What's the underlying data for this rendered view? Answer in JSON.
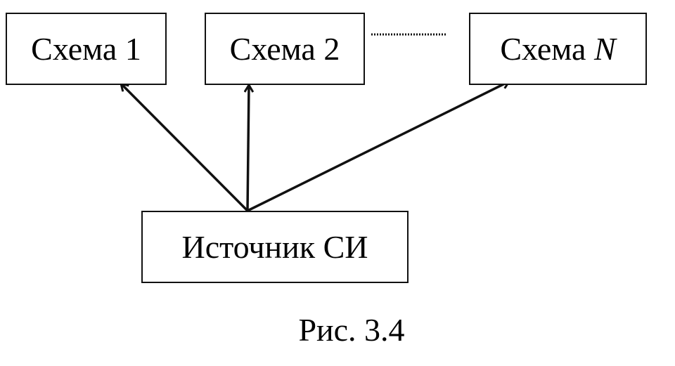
{
  "diagram": {
    "schemes": [
      {
        "label": "Схема",
        "suffix": "1"
      },
      {
        "label": "Схема",
        "suffix": "2"
      },
      {
        "label": "Схема",
        "suffix": "N"
      }
    ],
    "source": {
      "label": "Источник СИ"
    },
    "caption": "Рис. 3.4",
    "colors": {
      "stroke": "#111111",
      "background": "#ffffff"
    }
  }
}
